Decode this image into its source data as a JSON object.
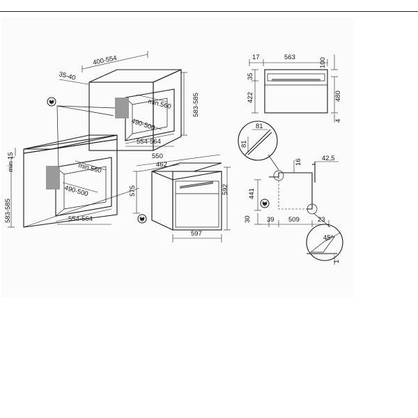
{
  "colors": {
    "line": "#1a1a1a",
    "panel": "#fbfbfb",
    "oven_front": "#dcdcdc",
    "oven_side": "#e9e9e9",
    "vent_block": "#9a9a9a"
  },
  "icons": [
    "plug-icon"
  ],
  "labels": {
    "w_400_554": "400-554",
    "w_35_40": "35-40",
    "h_583_585_top": "583-585",
    "min_560_top": "min.560",
    "d_490_500_top": "490-500",
    "w_554_564_top": "554-564",
    "min_15": "min 15",
    "h_583_585_left": "583-585",
    "min_560_left": "min.560",
    "d_490_500_left": "490-500",
    "w_554_564_left": "554-564",
    "d_550": "550",
    "d_462": "462",
    "h_575": "575",
    "h_592": "592",
    "w_597": "597",
    "t_17": "17",
    "t_563": "563",
    "t_100": "100",
    "t_35": "35",
    "t_422": "422",
    "t_480": "480",
    "t_4": "4",
    "d_81a": "81",
    "d_81b": "81",
    "s_16": "16",
    "s_42_5": "42,5",
    "s_441": "441",
    "s_30": "30",
    "s_39": "39",
    "s_509": "509",
    "s_23": "23",
    "a_45": "45°",
    "a_1": "1"
  }
}
